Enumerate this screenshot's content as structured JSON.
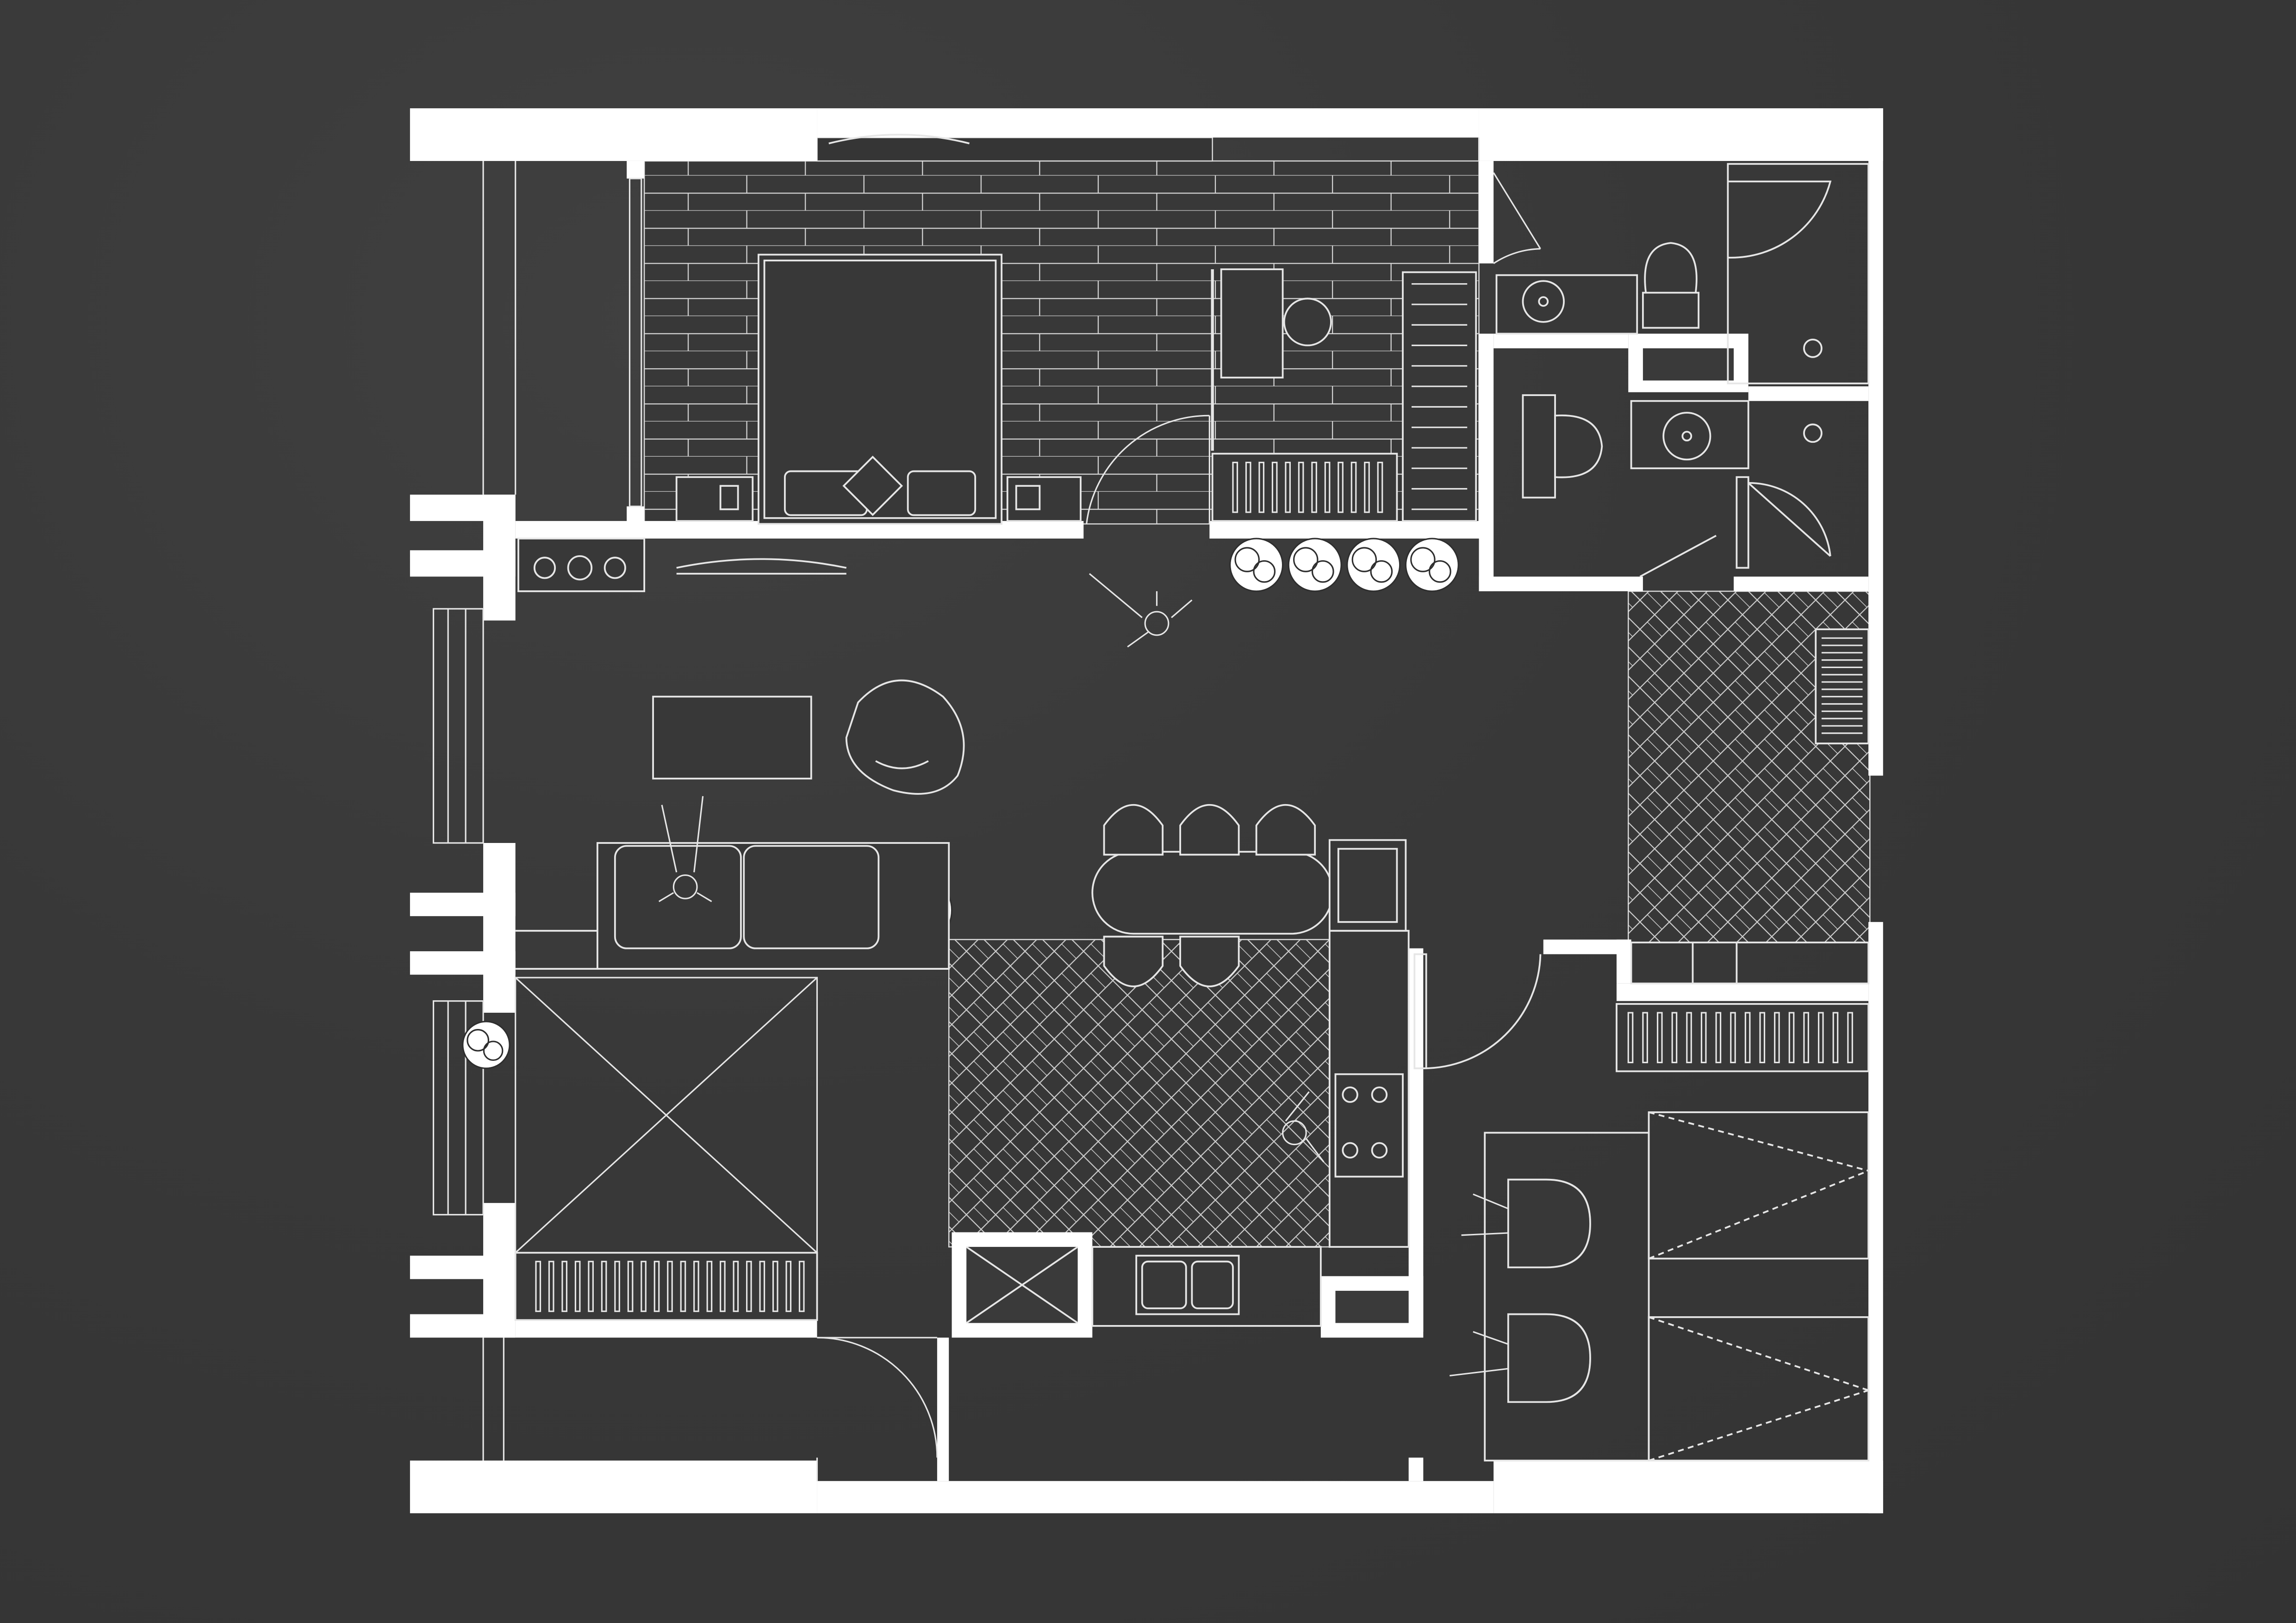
{
  "floor_plan": {
    "colors": {
      "background": "#3a3a3a",
      "wall": "#ffffff",
      "line": "#e6e6e6",
      "floor_fill": "#383838"
    },
    "rooms": [
      "bedroom",
      "bathroom-primary",
      "bathroom-secondary",
      "entry-hall",
      "living-room",
      "kitchen",
      "dining-area",
      "study",
      "storage",
      "balcony-north",
      "balcony-south",
      "balcony-west"
    ],
    "furniture": [
      "double-bed",
      "nightstand",
      "wardrobe",
      "desk",
      "round-stool",
      "sofa",
      "coffee-table",
      "lounge-chair",
      "dining-table",
      "bar-stool",
      "kitchen-sink",
      "cooktop",
      "refrigerator",
      "toilet",
      "washbasin",
      "shower",
      "potted-plant",
      "office-chair",
      "shoe-cabinet"
    ],
    "flooring": [
      "plank-wood",
      "herringbone-tile"
    ]
  }
}
